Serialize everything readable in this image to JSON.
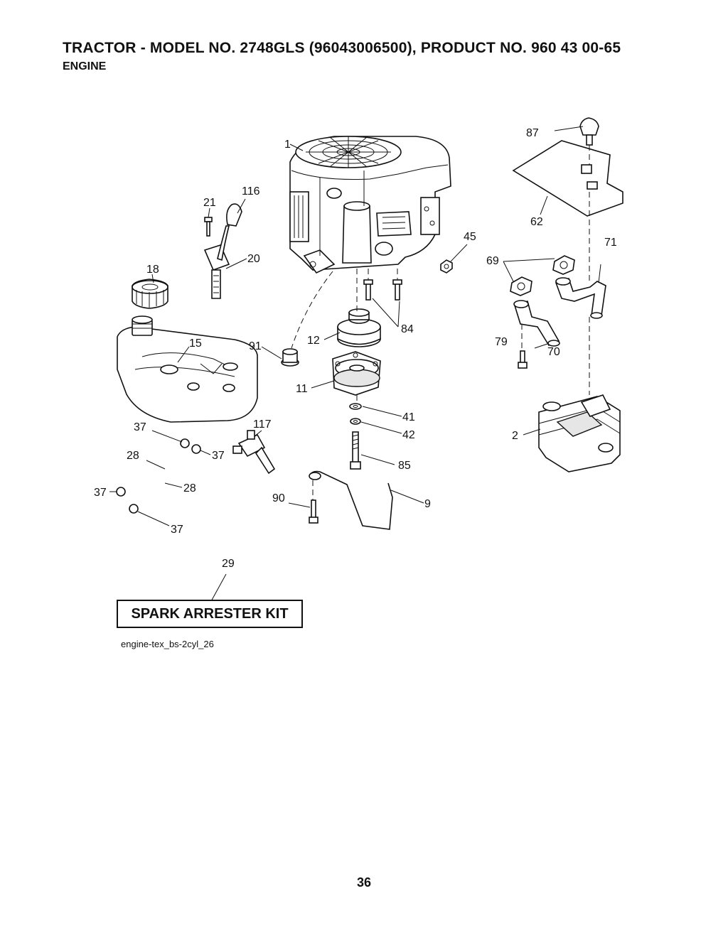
{
  "header": {
    "title": "TRACTOR - MODEL NO. 2748GLS (96043006500), PRODUCT NO. 960 43 00-65",
    "subtitle": "ENGINE"
  },
  "callouts": {
    "c1": "1",
    "c2": "2",
    "c9": "9",
    "c11": "11",
    "c12": "12",
    "c15": "15",
    "c18": "18",
    "c20": "20",
    "c21": "21",
    "c28a": "28",
    "c28b": "28",
    "c29": "29",
    "c37a": "37",
    "c37b": "37",
    "c37c": "37",
    "c37d": "37",
    "c41": "41",
    "c42": "42",
    "c45": "45",
    "c62": "62",
    "c69": "69",
    "c70": "70",
    "c71": "71",
    "c79": "79",
    "c84": "84",
    "c85": "85",
    "c87": "87",
    "c90": "90",
    "c91": "91",
    "c116": "116",
    "c117": "117"
  },
  "kit_label": "SPARK ARRESTER KIT",
  "reference": "engine-tex_bs-2cyl_26",
  "page_number": "36"
}
